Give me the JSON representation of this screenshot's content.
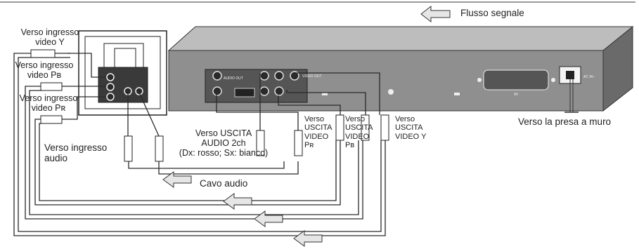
{
  "legend": {
    "signal_flow": "Flusso segnale",
    "arrow_icon": "flow-arrow-icon"
  },
  "tv": {
    "input_y": [
      "Verso ingresso",
      "video Y"
    ],
    "input_pb": [
      "Verso ingresso",
      "video Pʙ"
    ],
    "input_pr": [
      "Verso ingresso",
      "video Pʀ"
    ],
    "input_audio": [
      "Verso ingresso",
      "audio"
    ]
  },
  "player": {
    "audio_out": [
      "Verso USCITA",
      "AUDIO 2ch",
      "(Dx: rosso; Sx: bianco)"
    ],
    "video_out_pr": [
      "Verso",
      "USCITA",
      "VIDEO",
      "Pʀ"
    ],
    "video_out_pb": [
      "Verso",
      "USCITA",
      "VIDEO",
      "Pʙ"
    ],
    "video_out_y": [
      "Verso",
      "USCITA",
      "VIDEO Y"
    ],
    "panel_audio_out": "AUDIO OUT",
    "panel_video_out": "VIDEO OUT",
    "panel_av": "AV",
    "panel_ac_in": "AC IN~"
  },
  "cables": {
    "audio_cable": "Cavo audio"
  },
  "power": {
    "to_wall_outlet": "Verso la presa a muro"
  },
  "colors": {
    "line": "#2a2a2a",
    "device_fill": "#9a9a9a",
    "device_dark": "#3a3a3a",
    "arrow_fill": "#e6e6e6"
  }
}
